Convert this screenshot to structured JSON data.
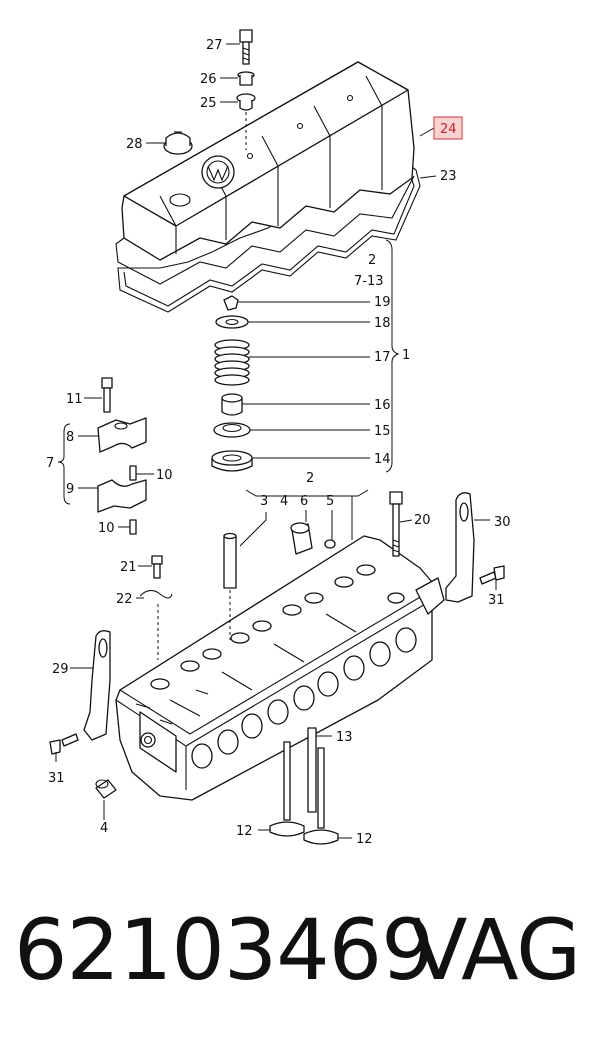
{
  "callouts": {
    "c27": "27",
    "c26": "26",
    "c25": "25",
    "c28": "28",
    "c24": "24",
    "c23": "23",
    "c2a": "2",
    "c713": "7-13",
    "c19": "19",
    "c18": "18",
    "c17": "17",
    "c1": "1",
    "c16": "16",
    "c15": "15",
    "c14": "14",
    "c11": "11",
    "c8": "8",
    "c7": "7",
    "c10a": "10",
    "c9": "9",
    "c10b": "10",
    "c2b": "2",
    "c3": "3",
    "c4": "4",
    "c6": "6",
    "c5": "5",
    "c20": "20",
    "c30": "30",
    "c21": "21",
    "c31a": "31",
    "c22": "22",
    "c29": "29",
    "c13": "13",
    "c31b": "31",
    "c4b": "4",
    "c12a": "12",
    "c12b": "12"
  },
  "highlight": {
    "color": "#d33333",
    "fill": "#f7d4d4"
  },
  "caption": {
    "part_number": "62103469",
    "brand": "VAG"
  }
}
